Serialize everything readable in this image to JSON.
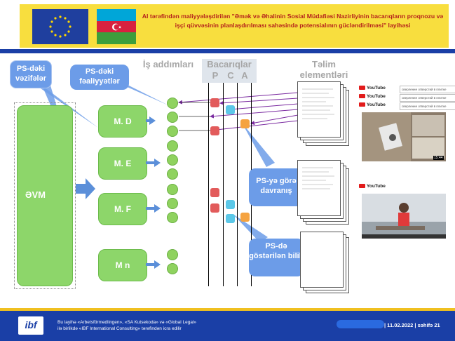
{
  "header": {
    "title": "AI tərəfindən maliyyələşdirilən \"Əmək və Əhalinin Sosial Müdafiəsi Nazirliyinin bacarıqların proqnozu və işçi qüvvəsinin planlaşdırılması sahəsində potensialının gücləndirilməsi\" layihəsi"
  },
  "diagram": {
    "is_addimlari": "İş addımları",
    "bacariqlar": "Bacarıqlar",
    "pca": [
      "P",
      "C",
      "A"
    ],
    "telim": "Təlim elementləri",
    "ps_vezifeler": "PS-dəki vəzifələr",
    "ps_feal": "PS-dəki fəaliyyətlər",
    "evm": "ƏVM",
    "modules": [
      "M. D",
      "M. E",
      "M. F",
      "M n"
    ],
    "ps_davranis": "PS-yə görə davranış",
    "ps_bilik": "PS-də göstərilən bilik",
    "youtube_label": "YouTube",
    "search_text": "сверление отверстий в плитке",
    "video_duration": "15:44"
  },
  "colors": {
    "header_yellow": "#f8de3e",
    "title_red": "#b5221c",
    "brand_blue": "#1a3fa6",
    "bubble_blue": "#6c9ce8",
    "module_green": "#8dd66a",
    "P_red": "#e25b5b",
    "C_cyan": "#5cc8e8",
    "A_orange": "#f5a340",
    "arrow_purple": "#7a2aa0"
  },
  "footer": {
    "line1": "Bu layihə «Arbetsförmedlingen», «SA Kutsekoda» və «Global Legal»",
    "line2": "ilə birlikdə «IBF International Consulting» tərəfindən icra edilir",
    "page_info": "| 11.02.2022 | səhifə 21",
    "logo": "ibf"
  }
}
